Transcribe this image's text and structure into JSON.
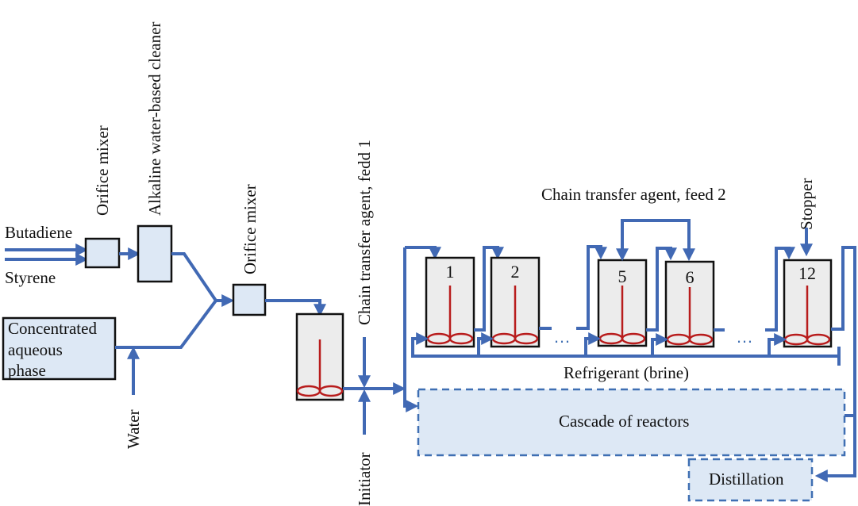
{
  "colors": {
    "pipe": "#4169b4",
    "unit_fill": "#dde8f5",
    "reactor_fill": "#ececec",
    "stirrer": "#b81c1c"
  },
  "inputs": {
    "butadiene": "Butadiene",
    "styrene": "Styrene",
    "water": "Water",
    "chain_transfer_1": "Chain transfer agent, fedd 1",
    "initiator": "Initiator",
    "chain_transfer_2": "Chain transfer agent, feed 2",
    "stopper": "Stopper"
  },
  "units": {
    "orifice_mixer_1": "Orifice mixer",
    "alkaline_cleaner": "Alkaline water-based cleaner",
    "orifice_mixer_2": "Orifice mixer",
    "aqueous_phase": [
      "Concentrated",
      "aqueous",
      "phase"
    ],
    "refrigerant": "Refrigerant (brine)",
    "cascade": "Cascade of reactors",
    "distillation": "Distillation"
  },
  "reactors": [
    "1",
    "2",
    "5",
    "6",
    "12"
  ],
  "ellipsis": "…"
}
